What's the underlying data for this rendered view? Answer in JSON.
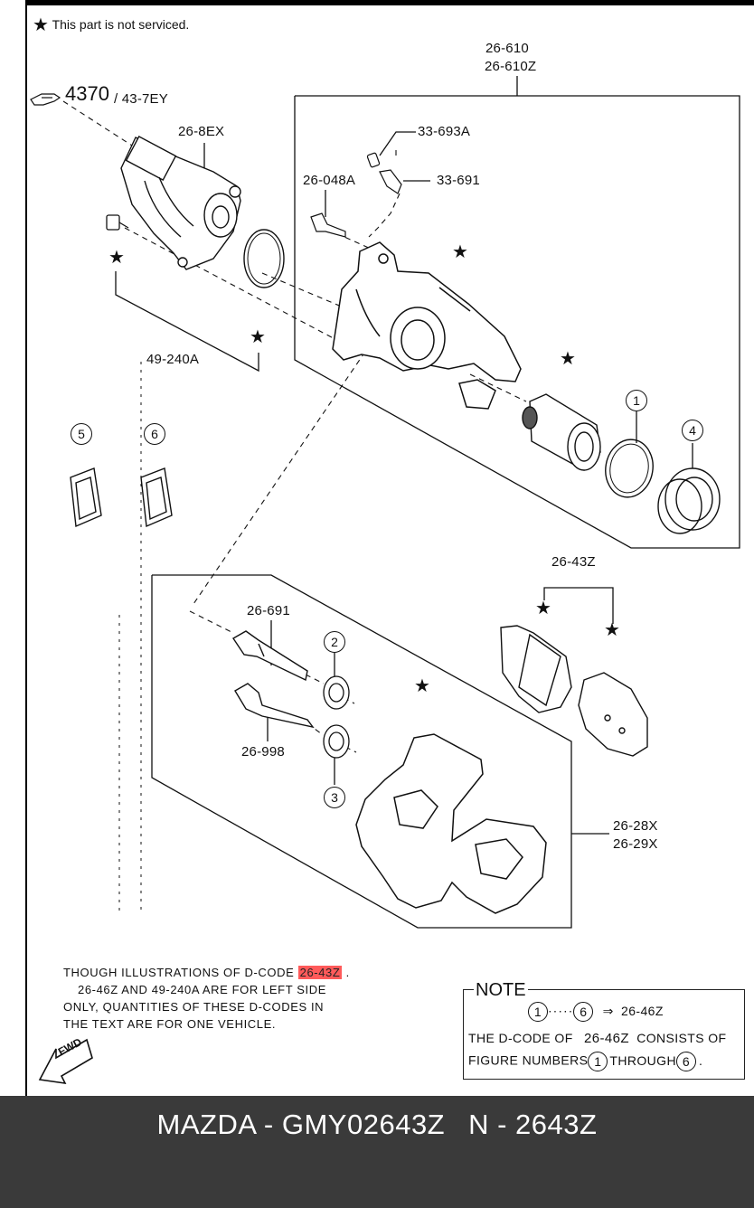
{
  "legend": {
    "star_symbol": "★",
    "text": "This part is not serviced."
  },
  "labels": {
    "ref_big": "4370",
    "ref_small": "/ 43-7EY",
    "p_26_610": "26-610",
    "p_26_610z": "26-610Z",
    "p_26_8ex": "26-8EX",
    "p_33_693a": "33-693A",
    "p_33_691": "33-691",
    "p_26_048a": "26-048A",
    "p_49_240a": "49-240A",
    "p_26_43z": "26-43Z",
    "p_26_691": "26-691",
    "p_26_998": "26-998",
    "p_26_28x": "26-28X",
    "p_26_29x": "26-29X"
  },
  "callouts": [
    "1",
    "2",
    "3",
    "4",
    "5",
    "6"
  ],
  "footnote": {
    "line1_a": "THOUGH ILLUSTRATIONS OF D-CODE",
    "line1_code": "26-43Z",
    "line1_end": ".",
    "line2": "26-46Z  AND 49-240A  ARE FOR LEFT SIDE",
    "line3": "ONLY, QUANTITIES OF THESE D-CODES IN",
    "line4": "THE TEXT ARE FOR ONE VEHICLE."
  },
  "fwd": "FWD",
  "note": {
    "title": "NOTE",
    "from": "1",
    "to": "6",
    "arrow": "⇒",
    "code": "26-46Z",
    "line2_a": "THE D-CODE OF",
    "line2_code": "26-46Z",
    "line2_b": "CONSISTS OF",
    "line3_a": "FIGURE NUMBERS",
    "line3_b": "THROUGH",
    "line3_end": "."
  },
  "footer": {
    "left": "MAZDA - GMY02643Z",
    "right": "N - 2643Z"
  },
  "colors": {
    "highlight": "#ff5a5a",
    "footer_bg": "#3a3a3a",
    "footer_text": "#ffffff"
  }
}
